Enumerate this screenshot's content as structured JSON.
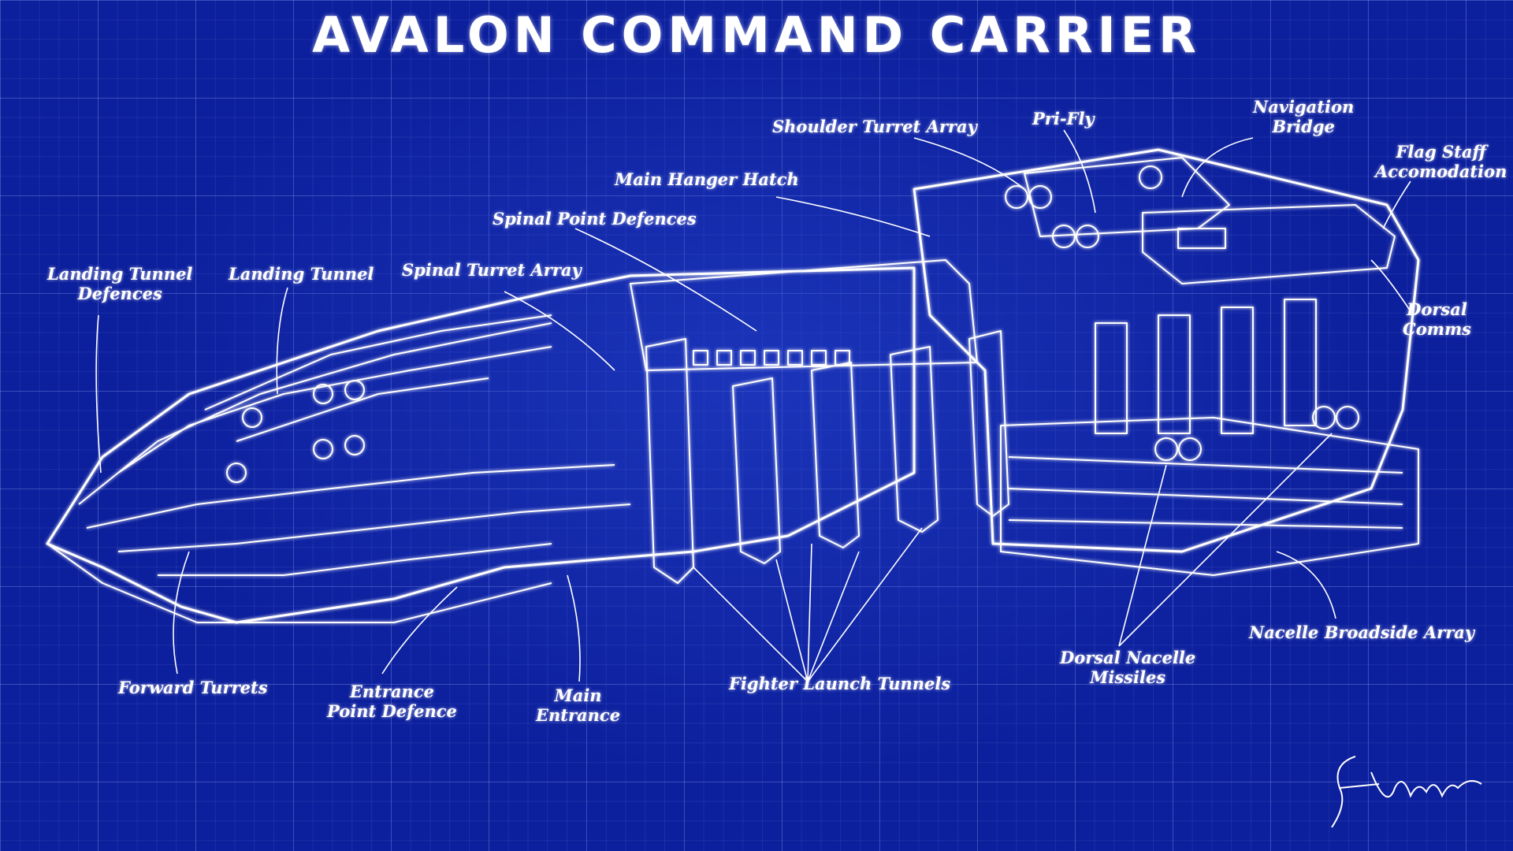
{
  "title": "AVALON COMMAND CARRIER",
  "labels": {
    "landing_tunnel_defences": "Landing Tunnel\nDefences",
    "landing_tunnel": "Landing Tunnel",
    "spinal_turret_array": "Spinal Turret Array",
    "spinal_point_defences": "Spinal Point Defences",
    "main_hanger_hatch": "Main Hanger Hatch",
    "shoulder_turret_array": "Shoulder Turret Array",
    "pri_fly": "Pri-Fly",
    "navigation_bridge": "Navigation\nBridge",
    "flag_staff_accomodation": "Flag Staff\nAccomodation",
    "dorsal_comms": "Dorsal\nComms",
    "forward_turrets": "Forward Turrets",
    "entrance_point_defence": "Entrance\nPoint Defence",
    "main_entrance": "Main\nEntrance",
    "fighter_launch_tunnels": "Fighter Launch Tunnels",
    "dorsal_nacelle_missiles": "Dorsal Nacelle\nMissiles",
    "nacelle_broadside_array": "Nacelle Broadside Array"
  },
  "colors": {
    "background": "#0c1f9c",
    "lines": "#ffffff"
  }
}
